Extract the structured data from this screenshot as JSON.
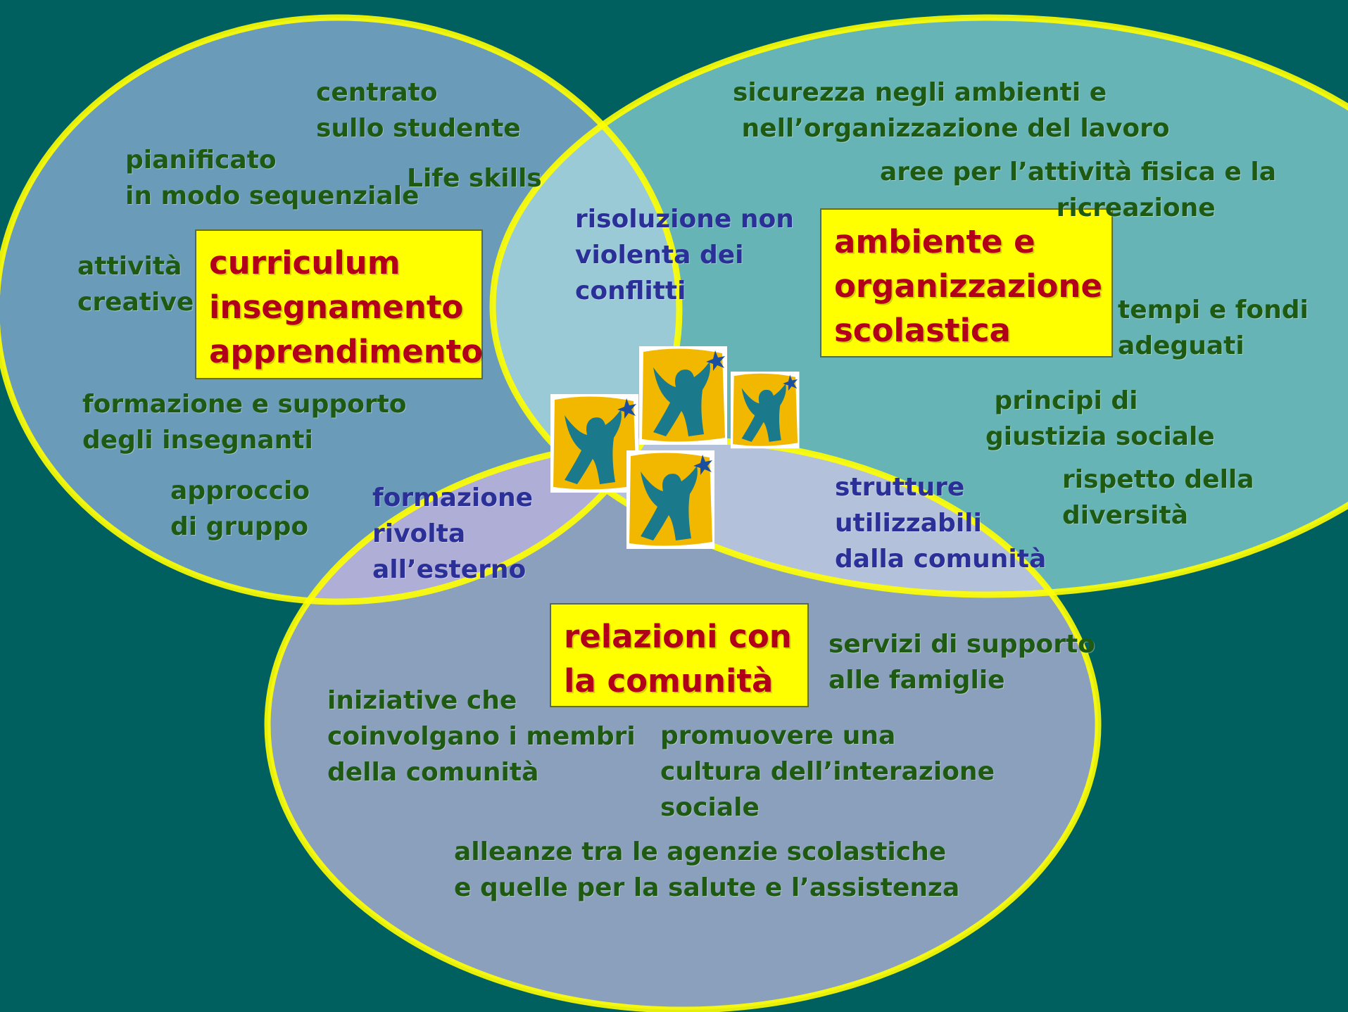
{
  "colors": {
    "background": "#006060",
    "circle_outline": "#ffff00",
    "circle_left": "#6a9cba",
    "circle_right": "#66b4b6",
    "circle_bottom": "#8aa0bc",
    "label_box": "#ffff00",
    "label_text": "#b3001a",
    "item_text_green": "#1f5a12",
    "item_text_blue": "#2b2f98"
  },
  "labels": {
    "curriculum": "curriculum\ninsegnamento\napprendimento",
    "ambiente": "ambiente e\norganizzazione\nscolastica",
    "relazioni": "relazioni con\nla comunità"
  },
  "items": {
    "centrato": "centrato\nsullo studente",
    "pianificato": "pianificato\nin modo sequenziale",
    "life_skills": "Life skills",
    "attivita_creative": "attività\ncreative",
    "formazione_supporto": "formazione e supporto\ndegli insegnanti",
    "approccio": "approccio\ndi gruppo",
    "sicurezza": "sicurezza negli ambienti e\n nell’organizzazione del lavoro",
    "aree": "aree per l’attività fisica e la\n                    ricreazione",
    "tempi": "tempi e fondi\nadeguati",
    "principi": " principi di\ngiustizia sociale",
    "rispetto": "rispetto della\ndiversità",
    "risoluzione": "risoluzione non\nviolenta dei\nconflitti",
    "formazione_esterno": "formazione\nrivolta\nall’esterno",
    "strutture": "strutture\nutilizzabili\ndalla comunità",
    "servizi": "servizi di supporto\nalle famiglie",
    "iniziative": "iniziative che\ncoinvolgano i membri\ndella comunità",
    "promuovere": "promuovere una\ncultura dell’interazione\nsociale",
    "alleanze": "alleanze tra le agenzie scolastiche\ne quelle per la salute e l’assistenza"
  }
}
